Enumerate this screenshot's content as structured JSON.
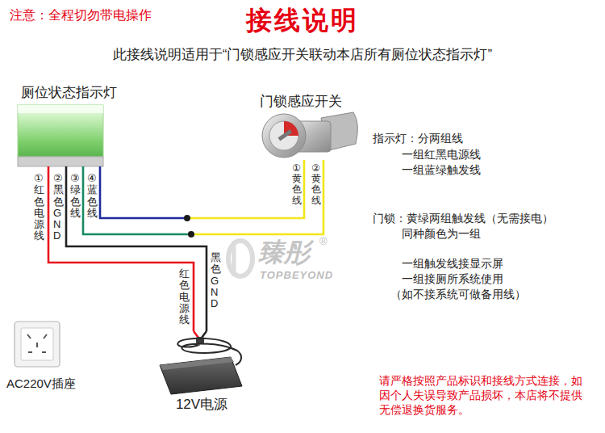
{
  "diagram": {
    "title": "接线说明",
    "nodes": [
      {
        "text": [
          "厕位状态指示灯"
        ]
      },
      {
        "text": [
          "门锁感应开关"
        ]
      },
      {
        "text": [
          "AC220V插座"
        ]
      },
      {
        "text": [
          "12V电源"
        ]
      }
    ],
    "edges": [
      {
        "from": 0,
        "to": 1,
        "arrow": "none"
      },
      {
        "from": 0,
        "to": 1,
        "arrow": "none"
      },
      {
        "from": 0,
        "to": 3,
        "arrow": "none"
      },
      {
        "from": 0,
        "to": 3,
        "arrow": "none"
      }
    ],
    "labels": [
      "注意：全程切勿带电操作",
      "此接线说明适用于“门锁感应开关联动本店所有厕位状态指示灯”",
      "①红色电源线",
      "②黑色GND",
      "③绿色线",
      "④蓝色线",
      "①黄色线",
      "②黄色线",
      "红色电源线",
      "黑色GND",
      "臻彤",
      "®",
      "TOPBEYOND",
      "指示灯：分两组线",
      "一组红黑电源线",
      "一组蓝绿触发线",
      "门锁：黄绿两组触发线（无需接电）",
      "同种颜色为一组",
      "一组触发线接显示屏",
      "一组接厕所系统使用",
      "（如不接系统可做备用线）",
      "请严格按照产品标识和接线方式连接，如因个人失误导致产品损坏，本店将不提供无偿退换货服务。"
    ]
  }
}
